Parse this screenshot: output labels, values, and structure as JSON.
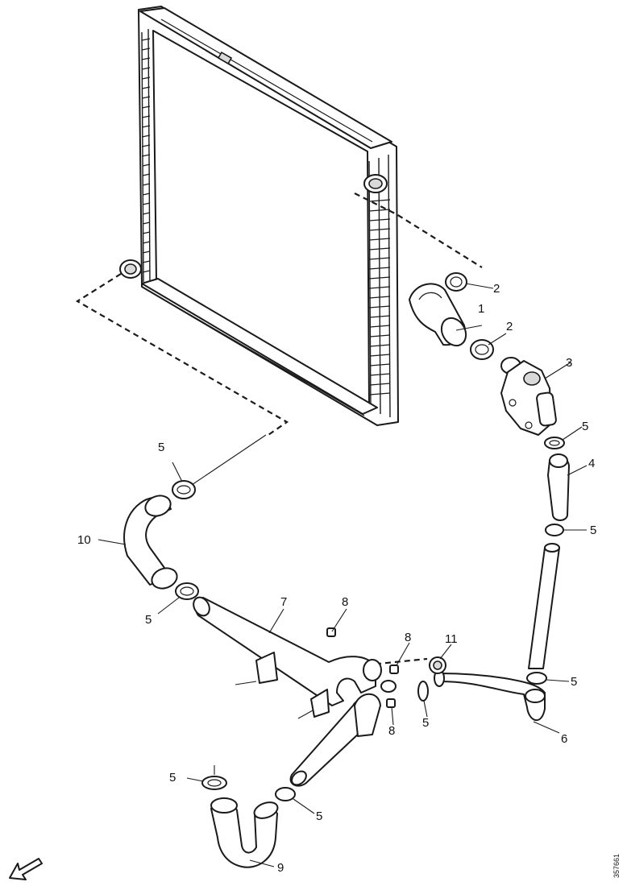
{
  "callouts": [
    {
      "id": "c1",
      "label": "1"
    },
    {
      "id": "c2a",
      "label": "2"
    },
    {
      "id": "c2b",
      "label": "2"
    },
    {
      "id": "c3",
      "label": "3"
    },
    {
      "id": "c4",
      "label": "4"
    },
    {
      "id": "c5a",
      "label": "5"
    },
    {
      "id": "c5b",
      "label": "5"
    },
    {
      "id": "c5c",
      "label": "5"
    },
    {
      "id": "c5d",
      "label": "5"
    },
    {
      "id": "c5e",
      "label": "5"
    },
    {
      "id": "c5f",
      "label": "5"
    },
    {
      "id": "c5g",
      "label": "5"
    },
    {
      "id": "c5h",
      "label": "5"
    },
    {
      "id": "c6",
      "label": "6"
    },
    {
      "id": "c7",
      "label": "7"
    },
    {
      "id": "c8a",
      "label": "8"
    },
    {
      "id": "c8b",
      "label": "8"
    },
    {
      "id": "c8c",
      "label": "8"
    },
    {
      "id": "c9",
      "label": "9"
    },
    {
      "id": "c10",
      "label": "10"
    },
    {
      "id": "c11",
      "label": "11"
    }
  ],
  "doc_id": "357661",
  "icons": {
    "orientation": "direction-arrow-icon"
  }
}
